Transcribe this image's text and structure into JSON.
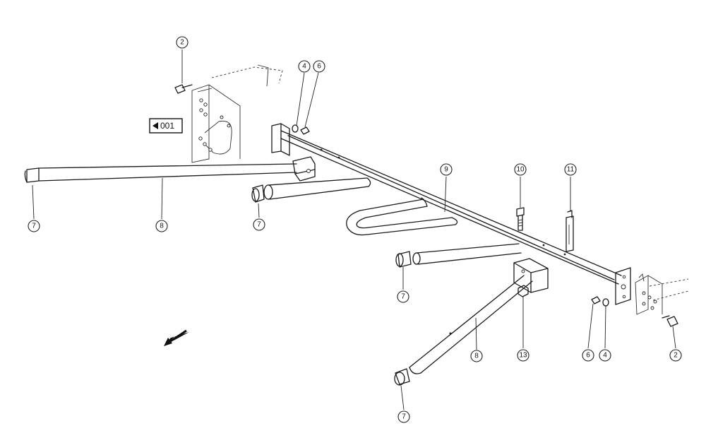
{
  "diagram": {
    "reference_label": "001",
    "callouts": [
      {
        "id": "c2a",
        "label": "2"
      },
      {
        "id": "c4a",
        "label": "4"
      },
      {
        "id": "c6a",
        "label": "6"
      },
      {
        "id": "c7a",
        "label": "7"
      },
      {
        "id": "c8a",
        "label": "8"
      },
      {
        "id": "c7b",
        "label": "7"
      },
      {
        "id": "c9",
        "label": "9"
      },
      {
        "id": "c10",
        "label": "10"
      },
      {
        "id": "c11",
        "label": "11"
      },
      {
        "id": "c7c",
        "label": "7"
      },
      {
        "id": "c8b",
        "label": "8"
      },
      {
        "id": "c13",
        "label": "13"
      },
      {
        "id": "c6b",
        "label": "6"
      },
      {
        "id": "c4b",
        "label": "4"
      },
      {
        "id": "c2b",
        "label": "2"
      },
      {
        "id": "c7d",
        "label": "7"
      }
    ]
  }
}
